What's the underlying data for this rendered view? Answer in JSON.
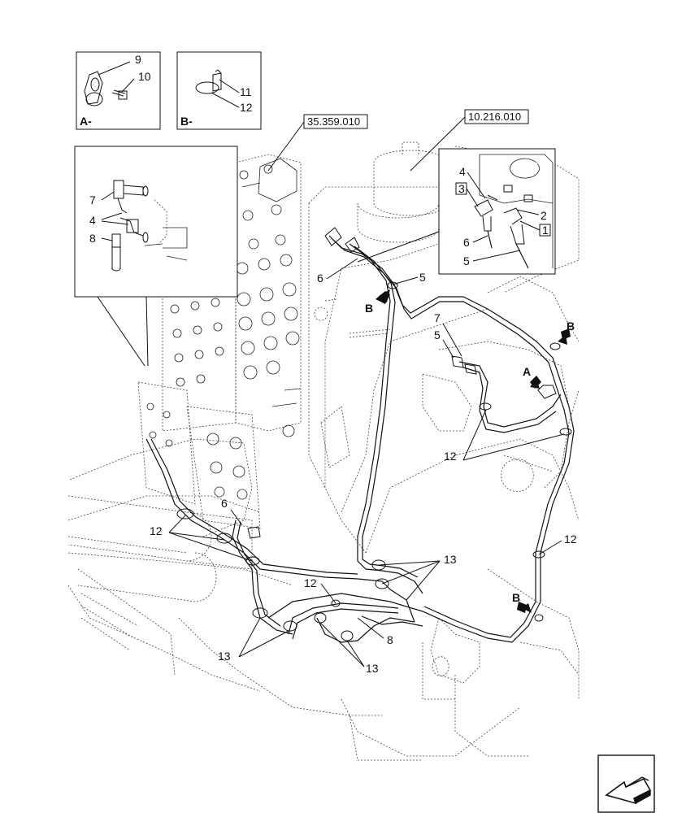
{
  "references": {
    "ref_1": "35.359.010",
    "ref_2": "10.216.010"
  },
  "inset_a": {
    "view_label": "A-",
    "callouts": [
      "9",
      "10"
    ]
  },
  "inset_b": {
    "view_label": "B-",
    "callouts": [
      "11",
      "12"
    ]
  },
  "inset_detail": {
    "callouts": [
      "7",
      "4",
      "8"
    ]
  },
  "inset_right": {
    "callouts": [
      "4",
      "3",
      "2",
      "1",
      "6",
      "5"
    ]
  },
  "main_callouts": {
    "c6a": "6",
    "c5a": "5",
    "c7": "7",
    "c5b": "5",
    "c12a": "12",
    "c6b": "6",
    "c12b": "12",
    "c13a": "13",
    "c12c": "12",
    "c12d": "12",
    "c8": "8",
    "c13b": "13",
    "c13c": "13"
  },
  "view_markers": {
    "b1": "B",
    "b2": "B",
    "a1": "A",
    "b3": "B"
  },
  "nav_icon": "page-navigation-arrow-icon"
}
